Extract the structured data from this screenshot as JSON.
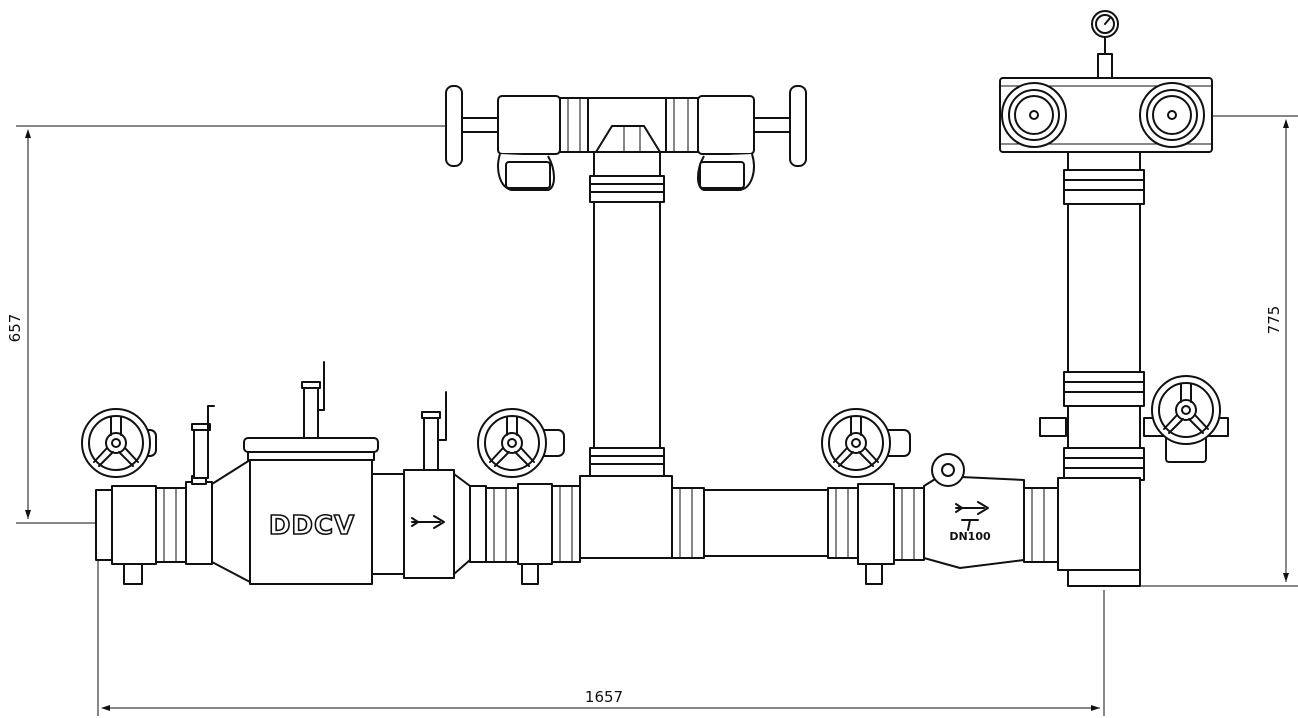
{
  "dimensions": {
    "left_height": "657",
    "right_height": "775",
    "bottom_width": "1657"
  },
  "labels": {
    "valve_main": "DDCV",
    "valve_size": "DN100"
  }
}
